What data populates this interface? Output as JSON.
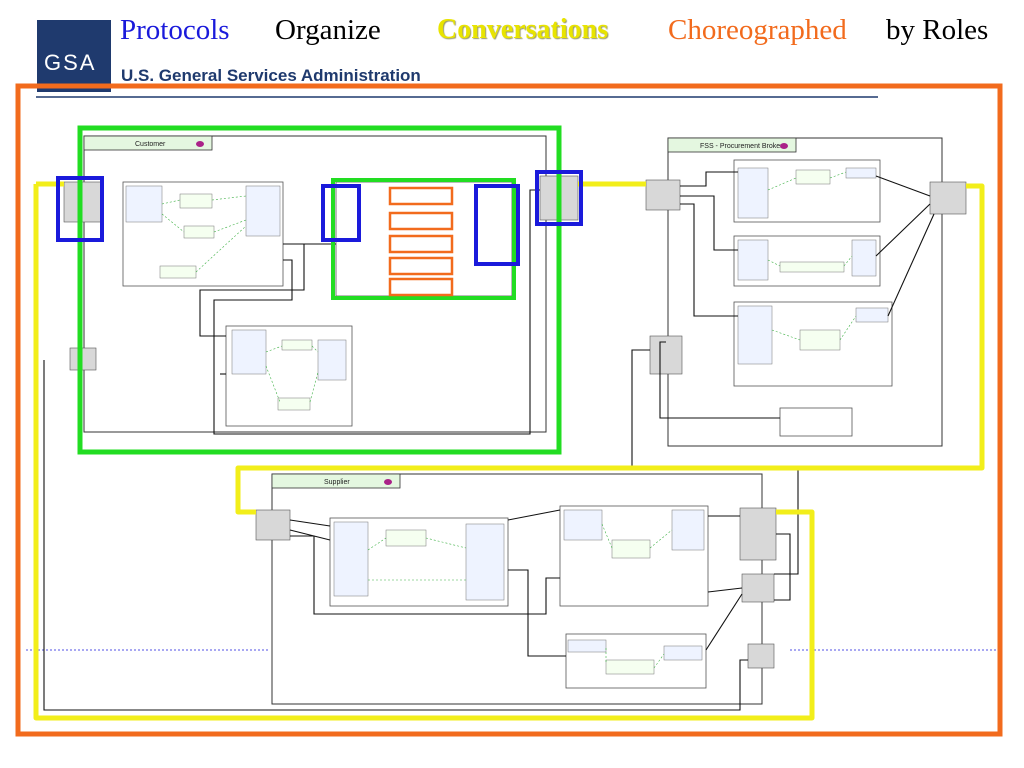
{
  "header": {
    "title_words": {
      "protocols": "Protocols",
      "organize": "Organize",
      "conversations": "Conversations",
      "choreographed": "Choreographed",
      "by_roles": "by Roles"
    },
    "logo_text": "GSA",
    "agency_name": "U.S. General Services Administration"
  },
  "diagram": {
    "lanes": {
      "customer": "Customer",
      "broker": "FSS - Procurement Broker",
      "supplier": "Supplier"
    }
  },
  "colors": {
    "protocols": "#1a1adb",
    "conversations_highlight": "#e8e400",
    "choreographed": "#f26b1d",
    "frame": "#f26b1d",
    "organize_box": "#22dd22",
    "gsa_blue": "#1f3a6e"
  }
}
